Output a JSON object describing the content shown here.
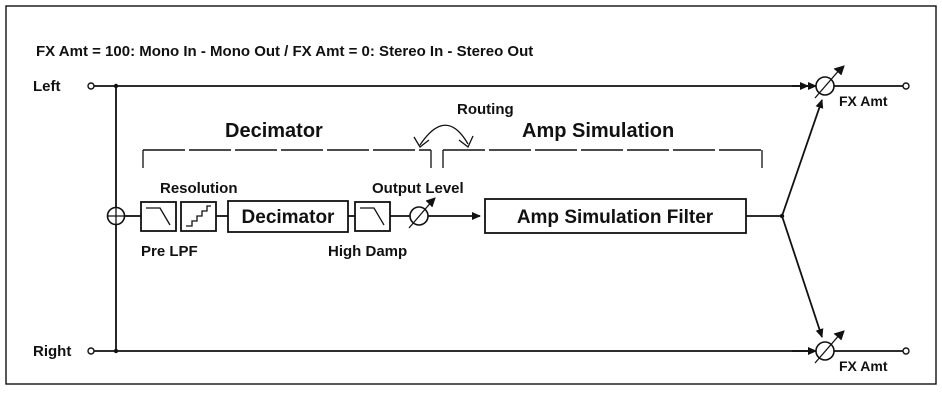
{
  "header": {
    "description": "FX Amt = 100: Mono In - Mono Out  /  FX Amt = 0: Stereo In - Stereo Out"
  },
  "inputs": {
    "left": "Left",
    "right": "Right"
  },
  "sections": {
    "decimator": "Decimator",
    "amp_simulation": "Amp Simulation",
    "routing": "Routing"
  },
  "blocks": {
    "pre_lpf": "Pre LPF",
    "resolution": "Resolution",
    "decimator": "Decimator",
    "high_damp": "High Damp",
    "output_level": "Output Level",
    "amp_simulation_filter": "Amp Simulation Filter"
  },
  "outputs": {
    "top_fx_amt": "FX Amt",
    "bottom_fx_amt": "FX Amt"
  }
}
